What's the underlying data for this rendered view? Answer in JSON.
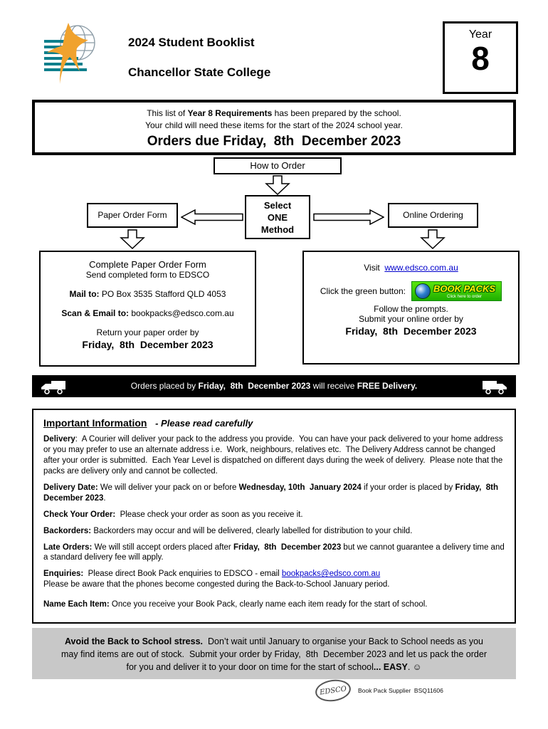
{
  "header": {
    "title": "2024 Student Booklist",
    "school": "Chancellor State College",
    "year_label": "Year",
    "year_number": "8"
  },
  "notice": {
    "line1": [
      {
        "t": "This list of "
      },
      {
        "t": "Year 8 Requirements",
        "b": true
      },
      {
        "t": " has been prepared by the school."
      }
    ],
    "line2": "Your child will need these items for the start of the 2024 school year.",
    "orders_due": "Orders due Friday,  8th  December 2023"
  },
  "flow": {
    "how_to_order": "How to Order",
    "paper_option": "Paper Order Form",
    "select_method": [
      "Select",
      "ONE",
      "Method"
    ],
    "online_option": "Online Ordering"
  },
  "paper_box": {
    "heading": "Complete Paper Order Form",
    "subheading": "Send completed form to EDSCO",
    "mail": [
      {
        "t": "Mail to:",
        "b": true
      },
      {
        "t": " PO Box 3535 Stafford QLD 4053"
      }
    ],
    "scan": [
      {
        "t": "Scan & Email to:",
        "b": true
      },
      {
        "t": " bookpacks@edsco.com.au"
      }
    ],
    "return_by": "Return your paper order by",
    "deadline": "Friday,  8th  December 2023"
  },
  "online_box": {
    "visit": [
      {
        "t": "Visit  "
      },
      {
        "link": "www.edsco.com.au"
      }
    ],
    "click_label": "Click the green button:",
    "green_button": {
      "text": "BOOK PACKS",
      "subtext": "Click here to order"
    },
    "follow": "Follow the prompts.",
    "submit": "Submit your online order by",
    "deadline": "Friday,  8th  December 2023"
  },
  "banner": {
    "segments": [
      {
        "t": "Orders placed by "
      },
      {
        "t": "Friday,  8th  December 2023",
        "b": true
      },
      {
        "t": " will receive "
      },
      {
        "t": "FREE Delivery.",
        "b": true
      }
    ]
  },
  "important": {
    "title": "Important Information",
    "subtitle": "- Please read carefully",
    "paragraphs": [
      [
        {
          "t": "Delivery",
          "b": true
        },
        {
          "t": ":  A Courier will deliver your pack to the address you provide.  You can have your pack delivered to your home address or you may prefer to use an alternate address i.e.  Work, neighbours, relatives etc.  The Delivery Address cannot be changed after your order is submitted.  Each Year Level is dispatched on different days during the week of delivery.  Please note that the packs are delivery only and cannot be collected."
        }
      ],
      [
        {
          "t": "Delivery Date:",
          "b": true
        },
        {
          "t": " We will deliver your pack on or before "
        },
        {
          "t": "Wednesday, 10th  January 2024",
          "b": true
        },
        {
          "t": " if your order is placed by "
        },
        {
          "t": "Friday,  8th  December 2023",
          "b": true
        },
        {
          "t": "."
        }
      ],
      [
        {
          "t": "Check Your Order:",
          "b": true
        },
        {
          "t": "  Please check your order as soon as you receive it."
        }
      ],
      [
        {
          "t": "Backorders:",
          "b": true
        },
        {
          "t": " Backorders may occur and will be delivered, clearly labelled for distribution to your child."
        }
      ],
      [
        {
          "t": "Late Orders:",
          "b": true
        },
        {
          "t": " We will still accept orders placed after "
        },
        {
          "t": "Friday,  8th  December 2023",
          "b": true
        },
        {
          "t": " but we cannot guarantee a delivery time and a standard delivery fee will apply."
        }
      ],
      [
        {
          "t": "Enquiries:",
          "b": true
        },
        {
          "t": "  Please direct Book Pack enquiries to EDSCO - email "
        },
        {
          "link": "bookpacks@edsco.com.au"
        },
        {
          "br": true
        },
        {
          "t": "Please be aware that the phones become congested during the Back-to-School January period."
        }
      ],
      [
        {
          "t": "Name Each Item:",
          "b": true
        },
        {
          "t": " Once you receive your Book Pack, clearly name each item ready for the start of school."
        }
      ]
    ]
  },
  "stress_box": {
    "segments": [
      {
        "t": "Avoid the Back to School stress.",
        "b": true
      },
      {
        "t": "  Don’t wait until January to organise your Back to School needs as you may find items are out of stock.  Submit your order by Friday,  8th  December 2023 and let us pack the order for you and deliver it to your door on time for the start of school"
      },
      {
        "t": "... EASY",
        "b": true
      },
      {
        "t": ". ☺"
      }
    ]
  },
  "supplier": {
    "logo": "EDSCO",
    "label": "Book Pack Supplier  BSQ11606"
  },
  "colors": {
    "banner_bg": "#000000",
    "stress_bg": "#c8c8c8",
    "link": "#0000cc",
    "green_button": "#2fbf00",
    "logo_teal": "#0e7f8c",
    "logo_orange": "#f0a22e"
  }
}
